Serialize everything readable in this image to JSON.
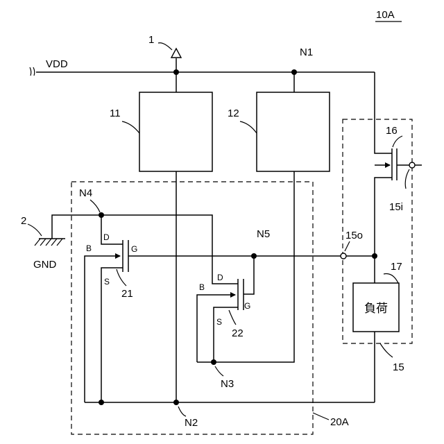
{
  "figure": {
    "ref": "10A",
    "vdd": "VDD",
    "gnd": "GND",
    "block_11": "11",
    "block_12": "12",
    "terminal_1": "1",
    "terminal_2": "2",
    "load_block": "15",
    "load_transistor": "16",
    "load": "17",
    "load_text": "負荷",
    "in_terminal": "15i",
    "out_terminal": "15o",
    "circuit_block": "20A",
    "transistor_21": "21",
    "transistor_22": "22",
    "nodes": {
      "n1": "N1",
      "n2": "N2",
      "n3": "N3",
      "n4": "N4",
      "n5": "N5"
    },
    "pins": {
      "drain": "D",
      "gate": "G",
      "source": "S",
      "body": "B"
    }
  }
}
